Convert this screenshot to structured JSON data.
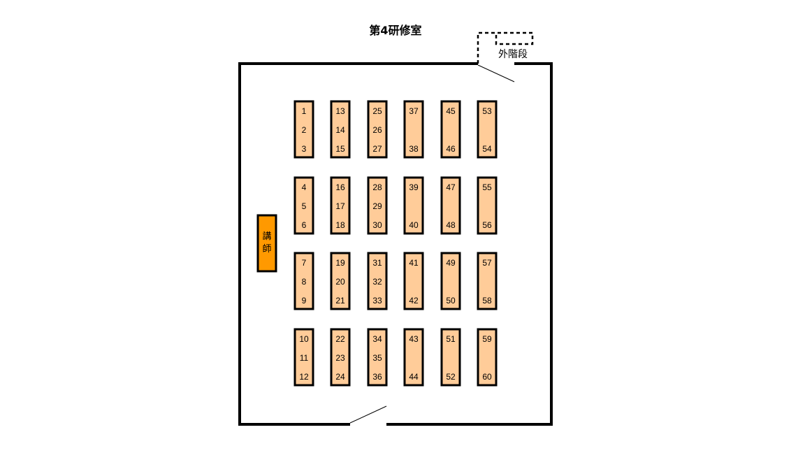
{
  "title": "第4研修室",
  "stairs_label": "外階段",
  "podium_label": [
    "講",
    "師"
  ],
  "colors": {
    "desk": "#ffcc99",
    "podium": "#ff9900",
    "wall": "#000000"
  },
  "desk_rows": [
    [
      [
        "1",
        "2",
        "3"
      ],
      [
        "13",
        "14",
        "15"
      ],
      [
        "25",
        "26",
        "27"
      ],
      [
        "37",
        "38"
      ],
      [
        "45",
        "46"
      ],
      [
        "53",
        "54"
      ]
    ],
    [
      [
        "4",
        "5",
        "6"
      ],
      [
        "16",
        "17",
        "18"
      ],
      [
        "28",
        "29",
        "30"
      ],
      [
        "39",
        "40"
      ],
      [
        "47",
        "48"
      ],
      [
        "55",
        "56"
      ]
    ],
    [
      [
        "7",
        "8",
        "9"
      ],
      [
        "19",
        "20",
        "21"
      ],
      [
        "31",
        "32",
        "33"
      ],
      [
        "41",
        "42"
      ],
      [
        "49",
        "50"
      ],
      [
        "57",
        "58"
      ]
    ],
    [
      [
        "10",
        "11",
        "12"
      ],
      [
        "22",
        "23",
        "24"
      ],
      [
        "34",
        "35",
        "36"
      ],
      [
        "43",
        "44"
      ],
      [
        "51",
        "52"
      ],
      [
        "59",
        "60"
      ]
    ]
  ]
}
